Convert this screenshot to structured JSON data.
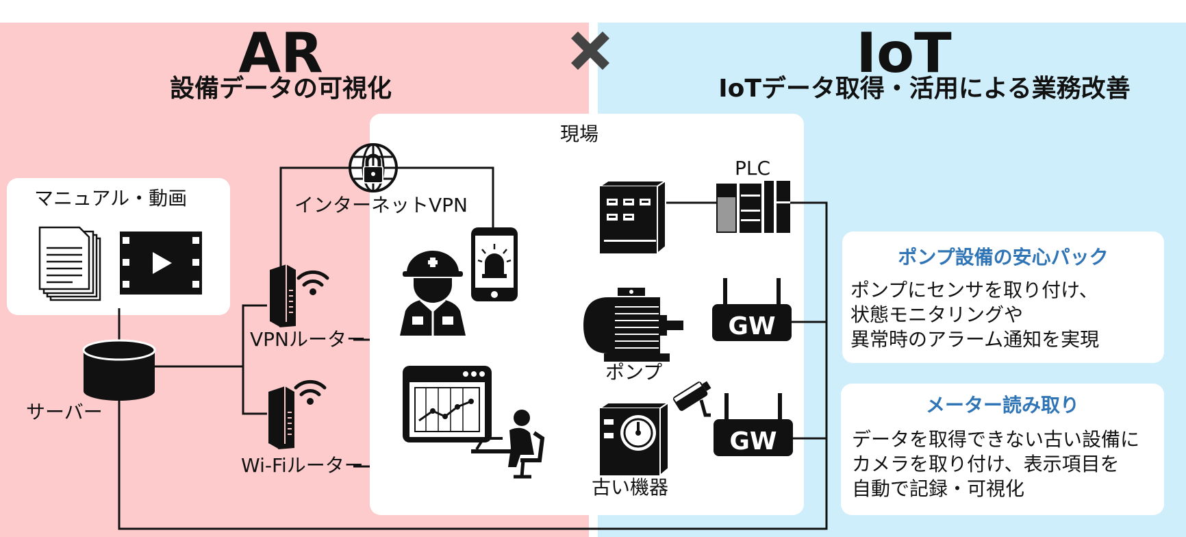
{
  "left": {
    "title": "AR",
    "subtitle": "設備データの可視化"
  },
  "right": {
    "title": "IoT",
    "subtitle": "IoTデータ取得・活用による業務改善"
  },
  "site": {
    "label": "現場"
  },
  "manual": {
    "label": "マニュアル・動画"
  },
  "labels": {
    "internet_vpn": "インターネットVPN",
    "vpn_router": "VPNルーター",
    "wifi_router": "Wi-Fiルーター",
    "server": "サーバー",
    "plc": "PLC",
    "pump": "ポンプ",
    "old_equipment": "古い機器",
    "gw1": "GW",
    "gw2": "GW"
  },
  "cards": [
    {
      "title": "ポンプ設備の安心パック",
      "lines": [
        "ポンプにセンサを取り付け、",
        "状態モニタリングや",
        "異常時のアラーム通知を実現"
      ]
    },
    {
      "title": "メーター読み取り",
      "lines": [
        "データを取得できない古い設備に",
        "カメラを取り付け、表示項目を",
        "自動で記録・可視化"
      ]
    }
  ],
  "colors": {
    "left_bg": "#fdcbcb",
    "right_bg": "#cdeefa",
    "accent_blue": "#2f74b5",
    "icon": "#111111"
  },
  "icons": [
    "cross-icon",
    "globe-lock-icon",
    "document-stack-icon",
    "video-icon",
    "server-icon",
    "router-icon",
    "wifi-icon",
    "worker-icon",
    "smartphone-alarm-icon",
    "dashboard-user-icon",
    "control-panel-icon",
    "plc-icon",
    "motor-pump-icon",
    "gateway-icon",
    "camera-icon",
    "meter-device-icon"
  ]
}
